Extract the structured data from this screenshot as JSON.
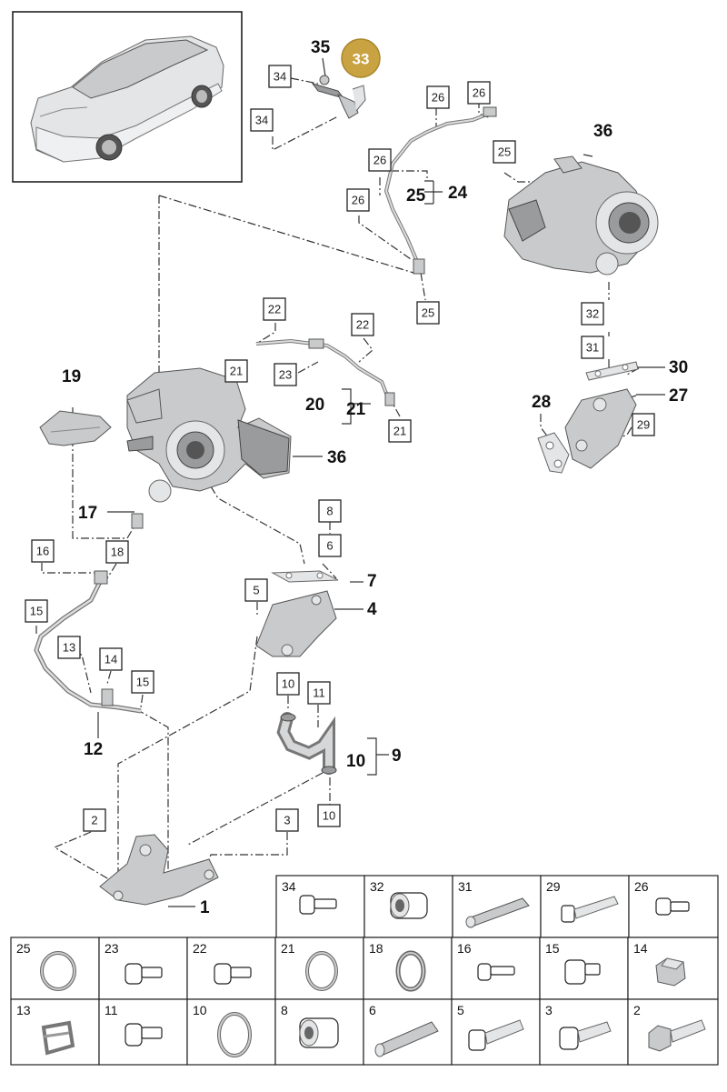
{
  "diagram": {
    "highlighted_part": "33",
    "bold_labels": [
      "35",
      "36",
      "25",
      "24",
      "19",
      "20",
      "21",
      "17",
      "30",
      "27",
      "28",
      "7",
      "4",
      "9",
      "10",
      "12",
      "1"
    ],
    "callouts": [
      "34",
      "34",
      "26",
      "26",
      "26",
      "26",
      "25",
      "25",
      "22",
      "22",
      "21",
      "23",
      "21",
      "16",
      "18",
      "15",
      "13",
      "14",
      "15",
      "8",
      "6",
      "5",
      "10",
      "11",
      "10",
      "2",
      "3",
      "32",
      "31",
      "29"
    ],
    "parts_grid": {
      "row1": [
        {
          "num": "34",
          "icon": "bolt-icon"
        },
        {
          "num": "32",
          "icon": "sleeve-icon"
        },
        {
          "num": "31",
          "icon": "dowel-pin-icon"
        },
        {
          "num": "29",
          "icon": "long-bolt-icon"
        },
        {
          "num": "26",
          "icon": "bolt-icon"
        }
      ],
      "row2": [
        {
          "num": "25",
          "icon": "sealing-ring-icon"
        },
        {
          "num": "23",
          "icon": "bolt-icon"
        },
        {
          "num": "22",
          "icon": "bolt-icon"
        },
        {
          "num": "21",
          "icon": "sealing-ring-icon"
        },
        {
          "num": "18",
          "icon": "sealing-ring-icon"
        },
        {
          "num": "16",
          "icon": "bolt-icon"
        },
        {
          "num": "15",
          "icon": "bolt-icon"
        },
        {
          "num": "14",
          "icon": "hex-nut-icon"
        }
      ],
      "row3": [
        {
          "num": "13",
          "icon": "clamp-icon"
        },
        {
          "num": "11",
          "icon": "bolt-icon"
        },
        {
          "num": "10",
          "icon": "sealing-ring-icon"
        },
        {
          "num": "8",
          "icon": "sleeve-icon"
        },
        {
          "num": "6",
          "icon": "dowel-pin-icon"
        },
        {
          "num": "5",
          "icon": "long-bolt-icon"
        },
        {
          "num": "3",
          "icon": "long-bolt-icon"
        },
        {
          "num": "2",
          "icon": "hex-bolt-icon"
        }
      ]
    }
  }
}
